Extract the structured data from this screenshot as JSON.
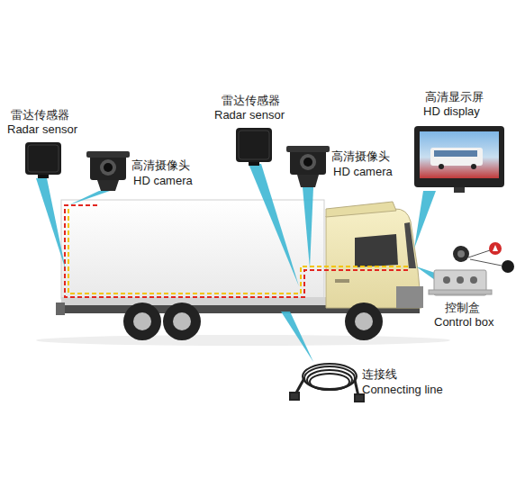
{
  "diagram": {
    "labels": [
      "雷达传感器",
      "Radar sensor",
      "高清摄像头",
      "HD camera",
      "雷达传感器",
      "Radar sensor",
      "高清摄像头",
      "HD camera",
      "高清显示屏",
      "HD display",
      "控制盒",
      "Control box",
      "连接线",
      "Connecting line"
    ]
  }
}
